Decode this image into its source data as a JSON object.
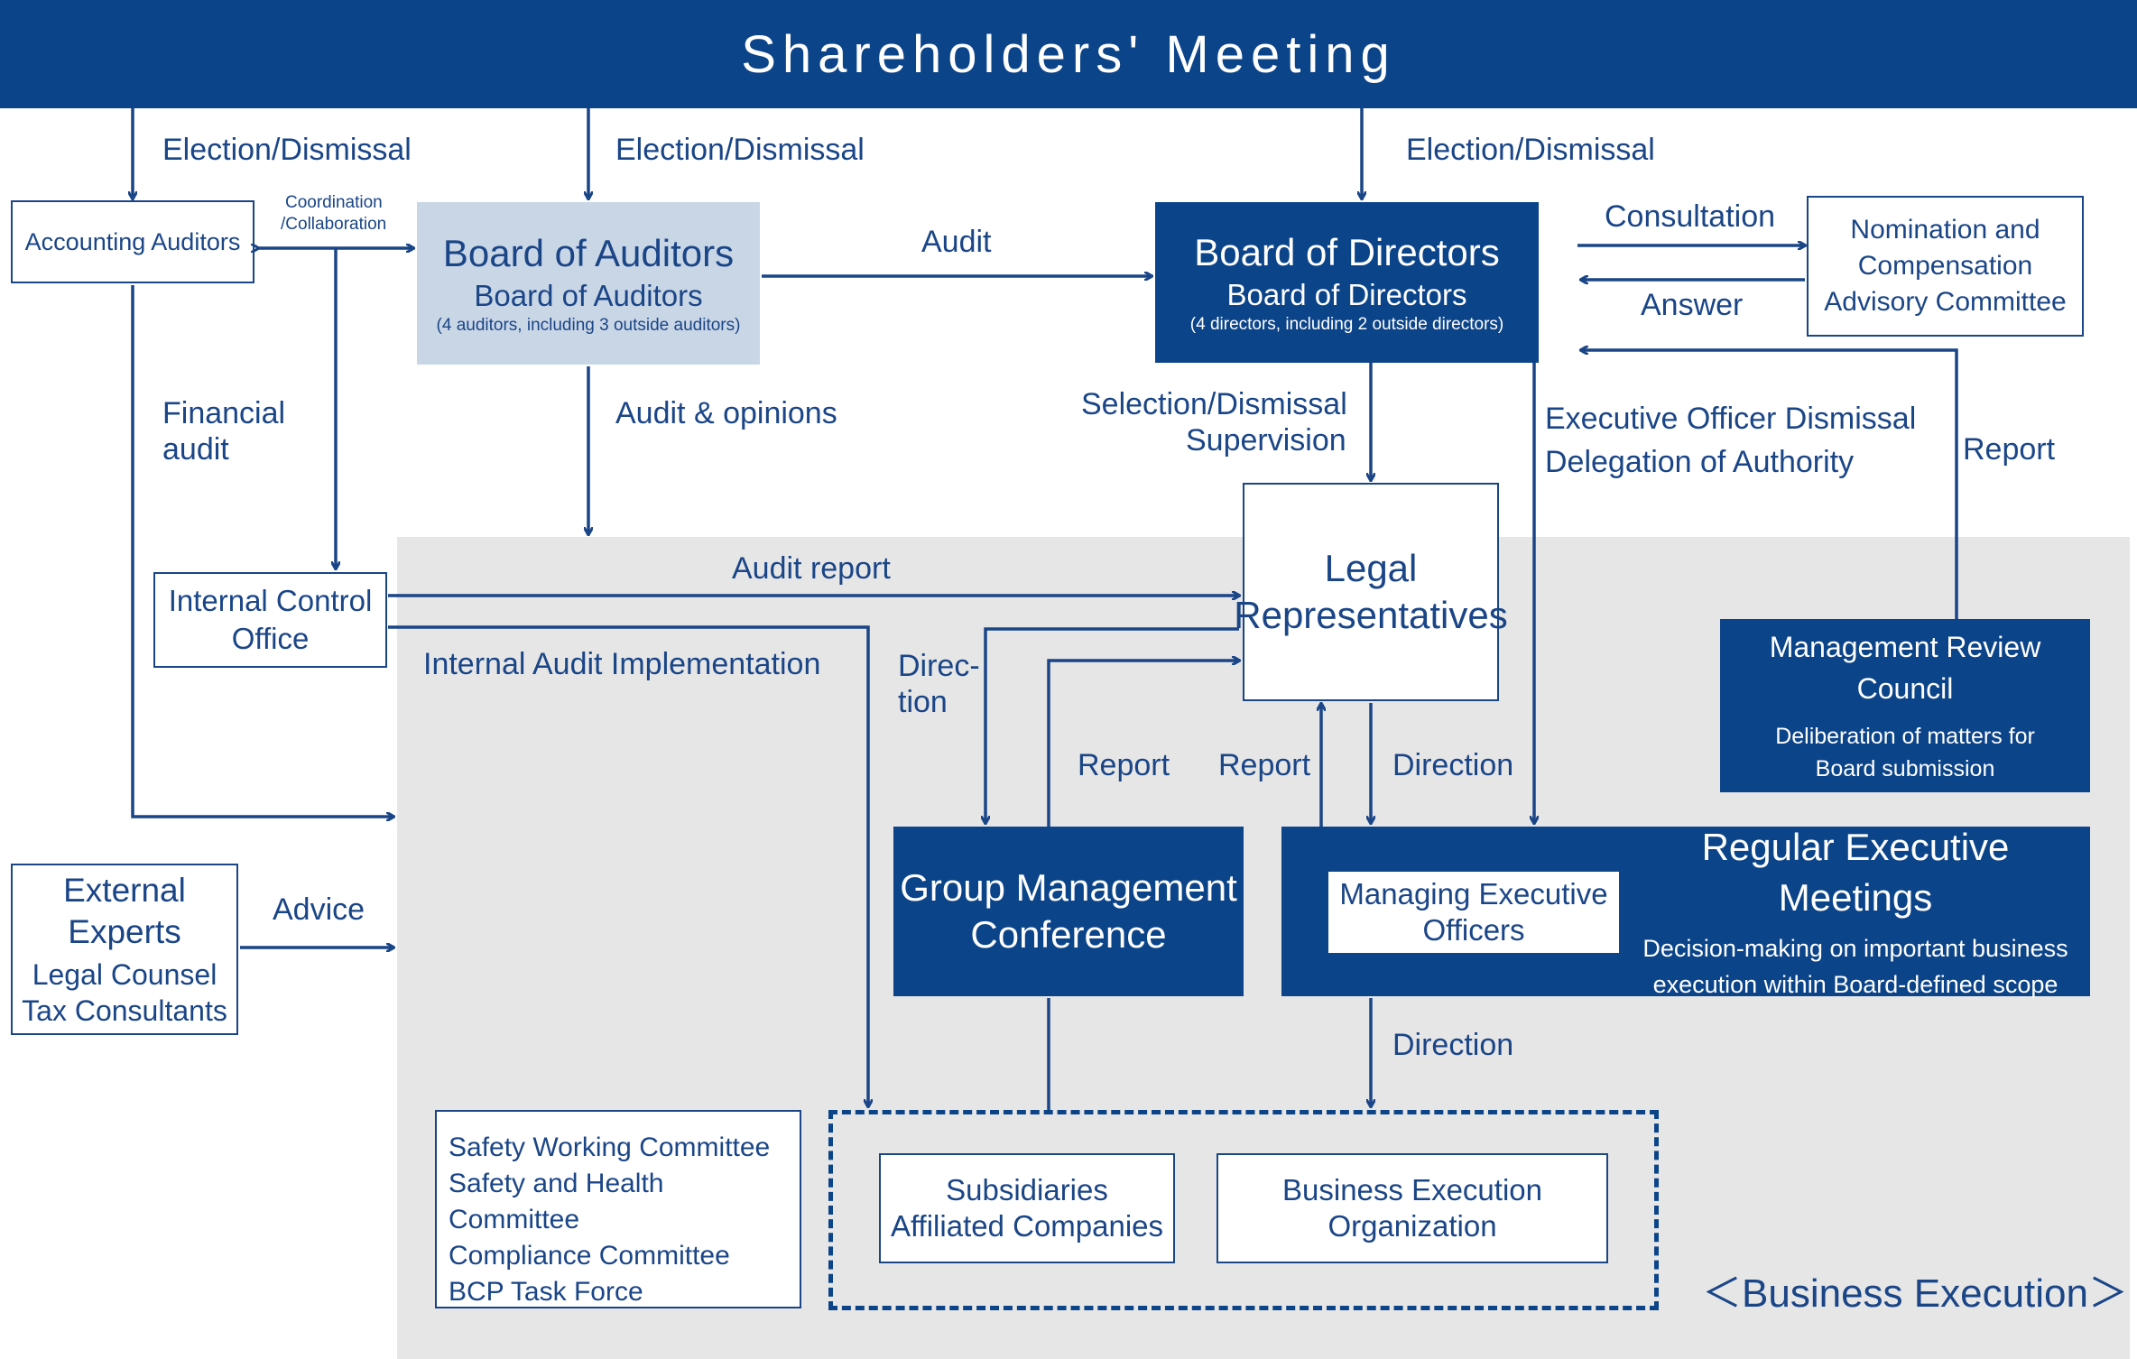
{
  "header": {
    "title": "Shareholders' Meeting"
  },
  "nodes": {
    "accounting_auditors": "Accounting Auditors",
    "board_of_auditors": {
      "title": "Board of Auditors",
      "subtitle": "Board of Auditors",
      "note": "(4 auditors, including 3 outside auditors)"
    },
    "board_of_directors": {
      "title": "Board of Directors",
      "subtitle": "Board of Directors",
      "note": "(4 directors, including 2 outside directors)"
    },
    "nomination": {
      "line1": "Nomination and",
      "line2": "Compensation",
      "line3": "Advisory Committee"
    },
    "legal_reps": {
      "line1": "Legal",
      "line2": "Representatives"
    },
    "internal_control": {
      "line1": "Internal Control",
      "line2": "Office"
    },
    "management_review": {
      "title": "Management Review Council",
      "line1": "Deliberation of matters for",
      "line2": "Board submission"
    },
    "group_management": {
      "line1": "Group Management",
      "line2": "Conference"
    },
    "regular_exec": {
      "title": "Regular Executive Meetings",
      "line1": "Decision-making on important business",
      "line2": "execution within Board-defined scope"
    },
    "managing_exec": {
      "line1": "Managing Executive",
      "line2": "Officers"
    },
    "external_experts": {
      "title": "External Experts",
      "line1": "Legal Counsel",
      "line2": "Tax Consultants"
    },
    "committees": [
      "Safety Working Committee",
      "Safety and Health Committee",
      "Compliance Committee",
      "BCP Task Force"
    ],
    "subsidiaries": {
      "line1": "Subsidiaries",
      "line2": "Affiliated Companies"
    },
    "business_org": {
      "line1": "Business Execution",
      "line2": "Organization"
    },
    "business_execution": "＜Business Execution＞"
  },
  "labels": {
    "election_dismissal_1": "Election/Dismissal",
    "election_dismissal_2": "Election/Dismissal",
    "election_dismissal_3": "Election/Dismissal",
    "coordination_1": "Coordination",
    "coordination_2": "/Collaboration",
    "audit": "Audit",
    "consultation": "Consultation",
    "answer": "Answer",
    "financial_audit_1": "Financial",
    "financial_audit_2": "audit",
    "audit_opinions": "Audit & opinions",
    "selection_1": "Selection/Dismissal",
    "selection_2": "Supervision",
    "exec_officer_1": "Executive Officer Dismissal",
    "exec_officer_2": "Delegation of Authority",
    "report_right": "Report",
    "audit_report": "Audit report",
    "internal_audit_impl": "Internal Audit Implementation",
    "direction_left_1": "Direc-",
    "direction_left_2": "tion",
    "report_1": "Report",
    "report_2": "Report",
    "direction_mid": "Direction",
    "direction_lower": "Direction",
    "advice": "Advice"
  },
  "colors": {
    "navy": "#0c4489",
    "light_blue": "#c9d6e6",
    "text": "#1a4587",
    "background_gray": "#e6e6e6"
  }
}
